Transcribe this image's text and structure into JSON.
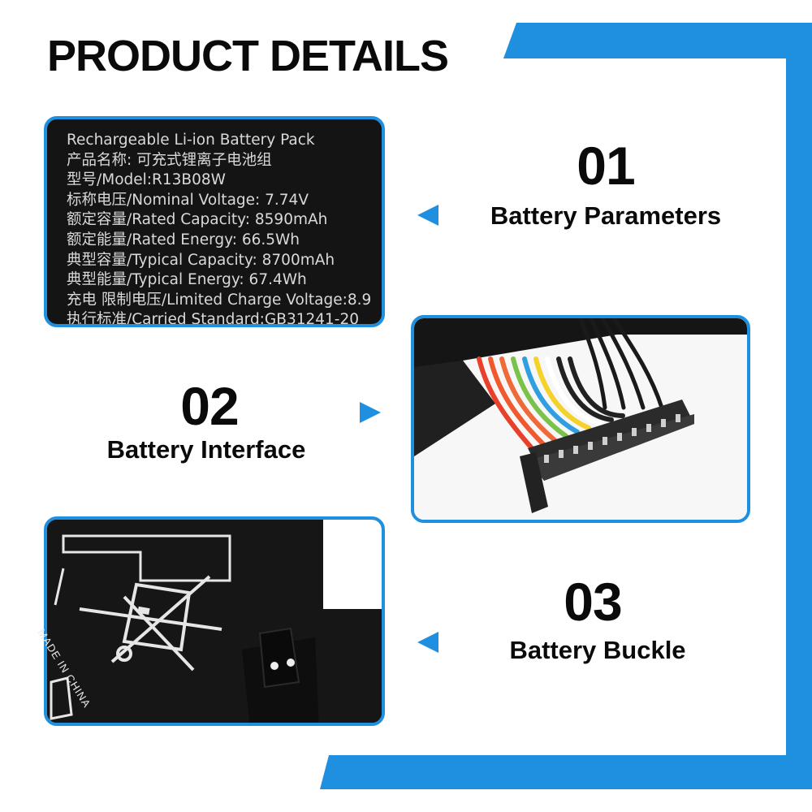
{
  "page": {
    "title": "PRODUCT DETAILS",
    "accent_color": "#1f8fe0"
  },
  "label": {
    "lines": [
      "Rechargeable Li-ion Battery Pack",
      "产品名称: 可充式锂离子电池组",
      "型号/Model:R13B08W",
      "标称电压/Nominal Voltage: 7.74V",
      "额定容量/Rated Capacity: 8590mAh",
      "额定能量/Rated Energy: 66.5Wh",
      "典型容量/Typical Capacity: 8700mAh",
      "典型能量/Typical Energy: 67.4Wh",
      "充电 限制电压/Limited Charge Voltage:8.9",
      "执行标准/Carried Standard:GB31241-20"
    ]
  },
  "features": [
    {
      "number": "01",
      "caption": "Battery Parameters",
      "arrow_icon": "triangle-left-icon"
    },
    {
      "number": "02",
      "caption": "Battery Interface",
      "arrow_icon": "triangle-right-icon"
    },
    {
      "number": "03",
      "caption": "Battery Buckle",
      "arrow_icon": "triangle-left-icon"
    }
  ],
  "buckle_panel": {
    "imprint_text": "MADE IN CHINA",
    "icon": "crossed-bin-icon"
  },
  "interface_panel": {
    "icon": "connector-cable-icon",
    "wire_colors": [
      "#e8402a",
      "#f0582e",
      "#ef6a38",
      "#7ac24a",
      "#2f9fe0",
      "#f4d22a",
      "#ffffff",
      "#222222",
      "#222222"
    ]
  }
}
